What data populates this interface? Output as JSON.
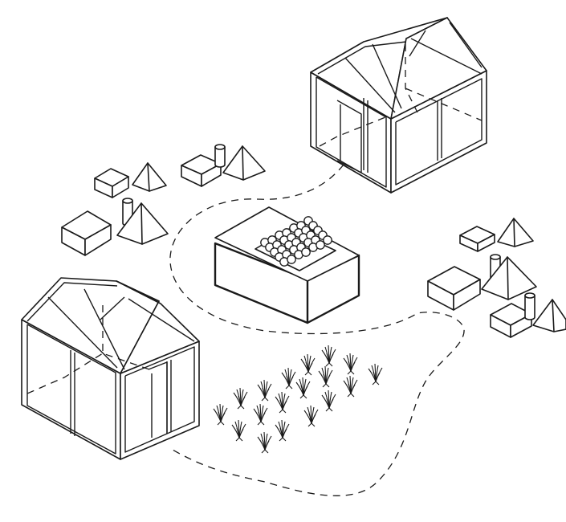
{
  "scene": {
    "stroke_color": "#1a1a1a",
    "background_color": "#ffffff",
    "elements": [
      {
        "name": "greenhouse-large-top-right",
        "kind": "greenhouse"
      },
      {
        "name": "greenhouse-large-bottom-left",
        "kind": "greenhouse"
      },
      {
        "name": "central-raised-bed-with-crop",
        "kind": "planter"
      },
      {
        "name": "seedling-field",
        "kind": "plants"
      },
      {
        "name": "storage-cluster-left",
        "kind": "boxes-pyramids-cylinders"
      },
      {
        "name": "storage-cluster-right",
        "kind": "boxes-pyramids-cylinders"
      },
      {
        "name": "dashed-walking-path",
        "kind": "path"
      }
    ]
  }
}
